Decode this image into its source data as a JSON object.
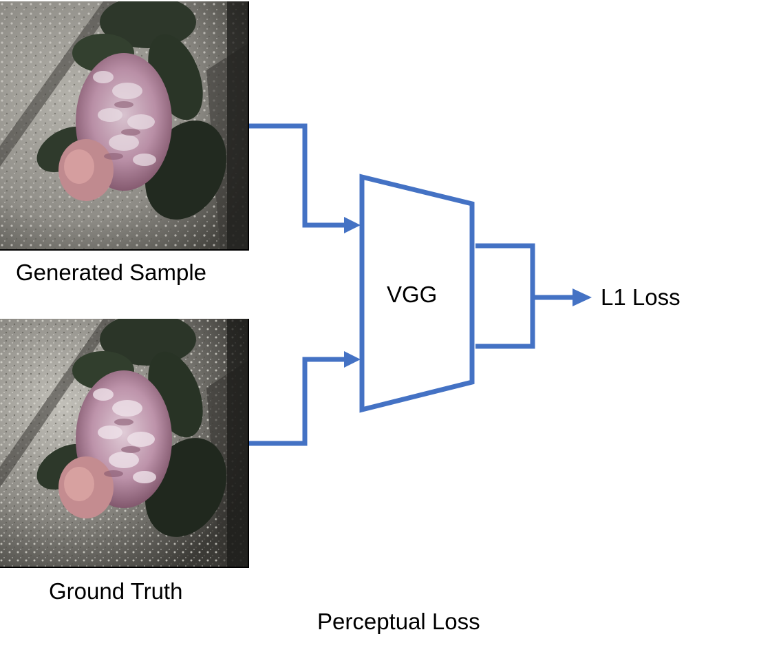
{
  "inputs": {
    "generated_label": "Generated Sample",
    "ground_truth_label": "Ground Truth"
  },
  "network": {
    "label": "VGG"
  },
  "output": {
    "label": "L1 Loss"
  },
  "caption": "Perceptual Loss",
  "colors": {
    "line": "#4472c4",
    "text": "#000000",
    "petal": "#c9a7bc",
    "leaf": "#2f3a2c",
    "ground": "#8c8a84"
  }
}
